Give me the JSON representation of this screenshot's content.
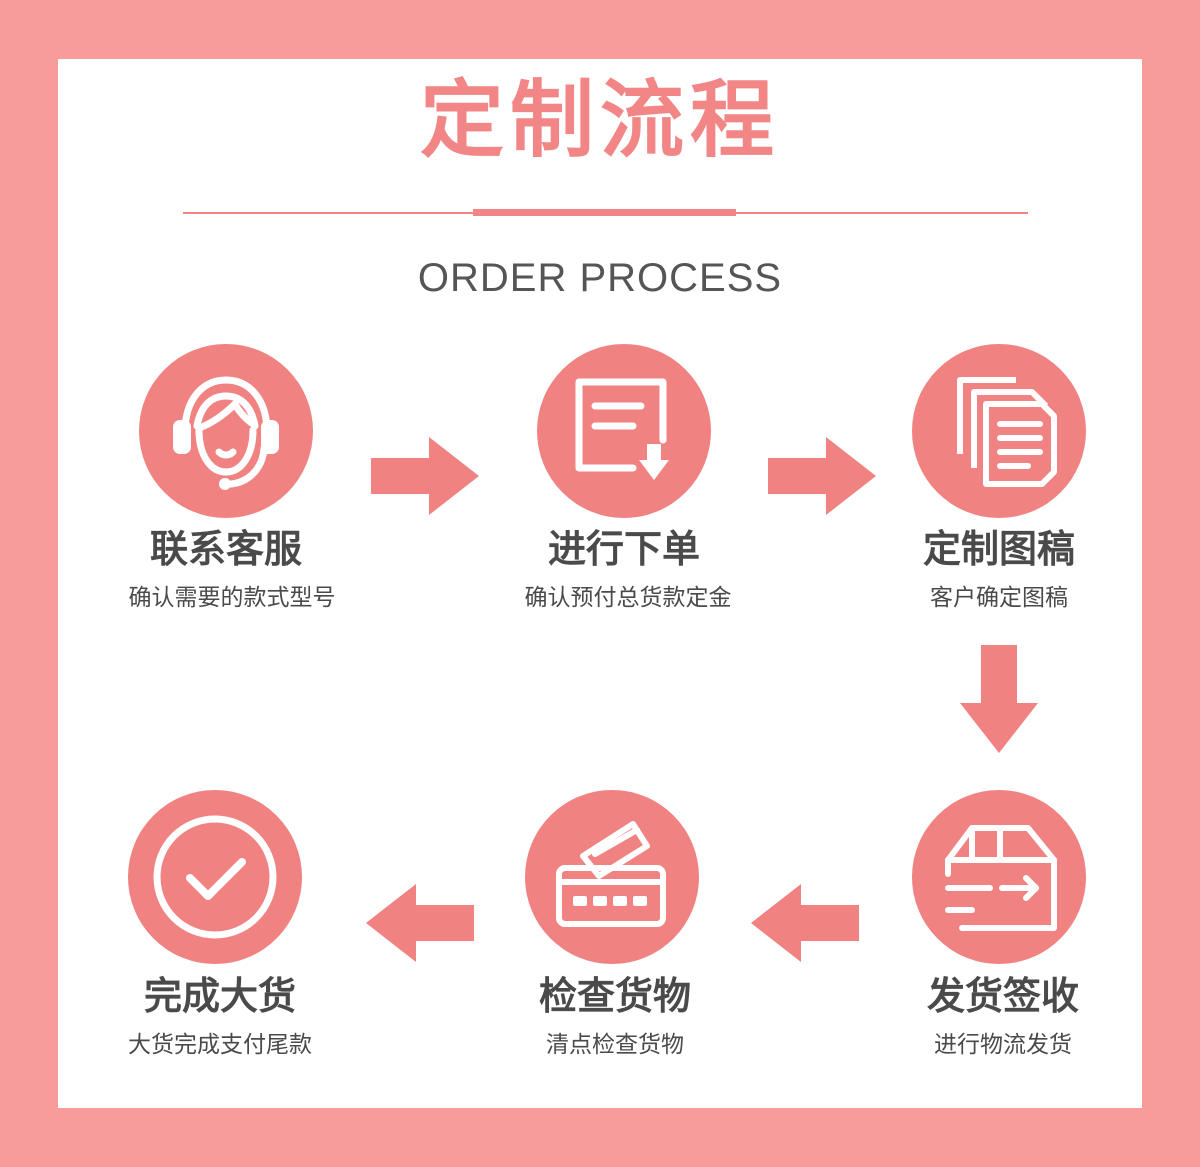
{
  "header": {
    "title": "定制流程",
    "subtitle": "ORDER PROCESS"
  },
  "colors": {
    "background": "#F79B9B",
    "accent": "#F08282",
    "title": "#F28585",
    "text": "#4A4A4A"
  },
  "steps": [
    {
      "name": "联系客服",
      "desc": "确认需要的款式型号",
      "icon": "headset-icon"
    },
    {
      "name": "进行下单",
      "desc": "确认预付总货款定金",
      "icon": "order-document-icon"
    },
    {
      "name": "定制图稿",
      "desc": "客户确定图稿",
      "icon": "documents-icon"
    },
    {
      "name": "发货签收",
      "desc": "进行物流发货",
      "icon": "shipping-box-icon"
    },
    {
      "name": "检查货物",
      "desc": "清点检查货物",
      "icon": "cards-icon"
    },
    {
      "name": "完成大货",
      "desc": "大货完成支付尾款",
      "icon": "check-circle-icon"
    }
  ]
}
